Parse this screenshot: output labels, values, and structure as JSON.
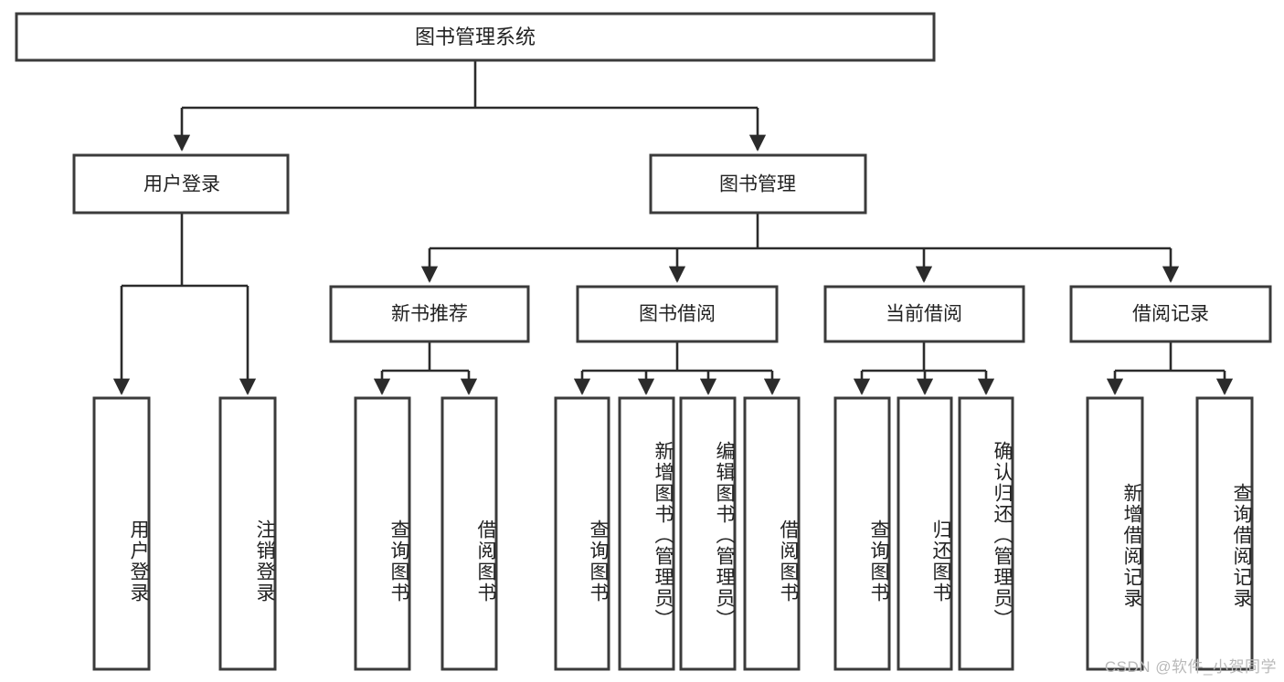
{
  "diagram": {
    "title": "图书管理系统",
    "type": "tree-hierarchy",
    "watermark": "CSDN @软件_小贺同学",
    "colors": {
      "box_border": "#3b3b3b",
      "connector": "#2b2b2b",
      "text": "#222222",
      "background": "#ffffff",
      "watermark": "#b9b9b9"
    },
    "levels": {
      "root": {
        "label": "图书管理系统"
      },
      "level2": [
        {
          "label": "用户登录"
        },
        {
          "label": "图书管理"
        }
      ],
      "level3": [
        {
          "label": "新书推荐"
        },
        {
          "label": "图书借阅"
        },
        {
          "label": "当前借阅"
        },
        {
          "label": "借阅记录"
        }
      ],
      "leaves": [
        {
          "label": "用户登录",
          "parent": "用户登录"
        },
        {
          "label": "注销登录",
          "parent": "用户登录"
        },
        {
          "label": "查询图书",
          "parent": "新书推荐"
        },
        {
          "label": "借阅图书",
          "parent": "新书推荐"
        },
        {
          "label": "查询图书",
          "parent": "图书借阅"
        },
        {
          "label": "新增图书（管理员）",
          "parent": "图书借阅"
        },
        {
          "label": "编辑图书（管理员）",
          "parent": "图书借阅"
        },
        {
          "label": "借阅图书",
          "parent": "图书借阅"
        },
        {
          "label": "查询图书",
          "parent": "当前借阅"
        },
        {
          "label": "归还图书",
          "parent": "当前借阅"
        },
        {
          "label": "确认归还（管理员）",
          "parent": "当前借阅"
        },
        {
          "label": "新增借阅记录",
          "parent": "借阅记录"
        },
        {
          "label": "查询借阅记录",
          "parent": "借阅记录"
        }
      ]
    }
  }
}
